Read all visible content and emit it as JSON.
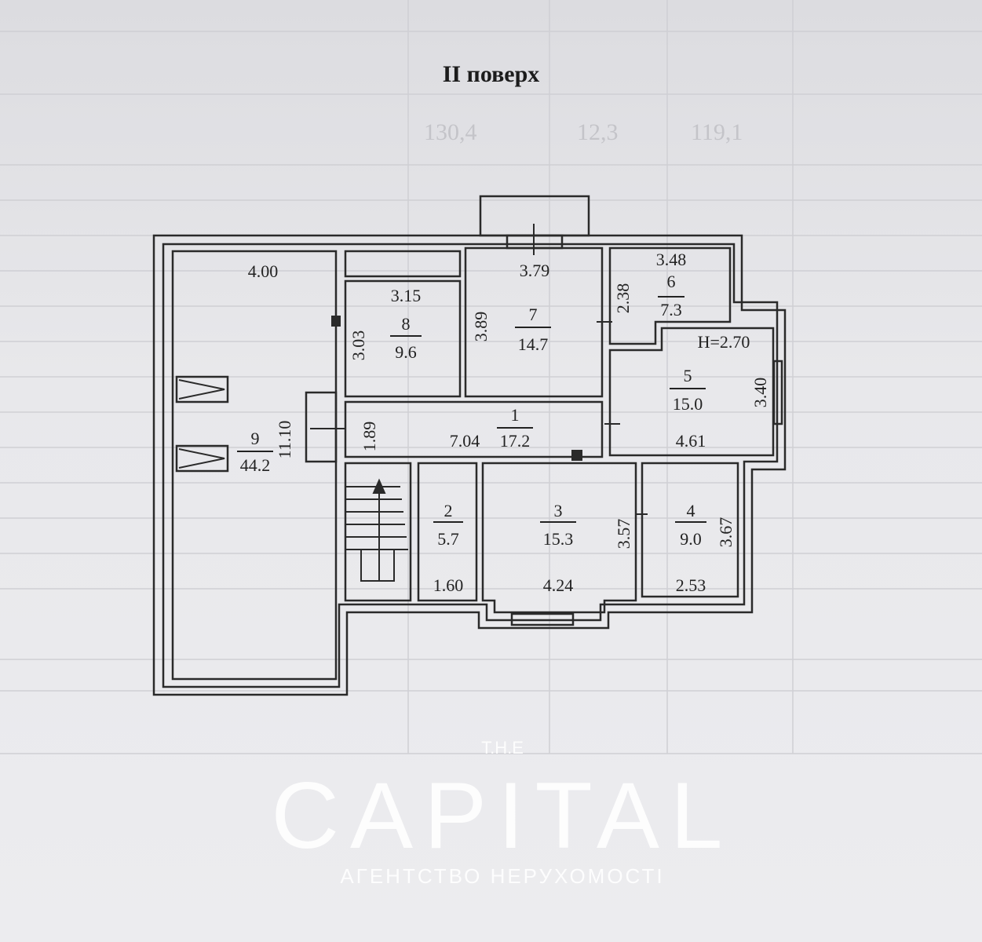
{
  "title": "II поверх",
  "ceiling_height": "H=2.70",
  "rooms": [
    {
      "number": "1",
      "area": "17.2",
      "dims": [
        "7.04",
        "1.89"
      ]
    },
    {
      "number": "2",
      "area": "5.7",
      "dims": [
        "1.60"
      ]
    },
    {
      "number": "3",
      "area": "15.3",
      "dims": [
        "4.24",
        "3.57"
      ]
    },
    {
      "number": "4",
      "area": "9.0",
      "dims": [
        "2.53",
        "3.67"
      ]
    },
    {
      "number": "5",
      "area": "15.0",
      "dims": [
        "4.61",
        "3.40"
      ]
    },
    {
      "number": "6",
      "area": "7.3",
      "dims": [
        "3.48",
        "2.38"
      ]
    },
    {
      "number": "7",
      "area": "14.7",
      "dims": [
        "3.79",
        "3.89"
      ]
    },
    {
      "number": "8",
      "area": "9.6",
      "dims": [
        "3.15",
        "3.03"
      ]
    },
    {
      "number": "9",
      "area": "44.2",
      "dims": [
        "4.00",
        "11.10"
      ]
    }
  ],
  "background_table": {
    "row": [
      "130,4",
      "12,3",
      "119,1"
    ]
  },
  "watermark": {
    "top": "T.H.E",
    "brand": "CAPITAL",
    "subtitle": "АГЕНТСТВО НЕРУХОМОСТІ"
  },
  "colors": {
    "line": "#2a2a2a",
    "paper": "#e6e6e9",
    "grid": "#cfcfd4"
  }
}
